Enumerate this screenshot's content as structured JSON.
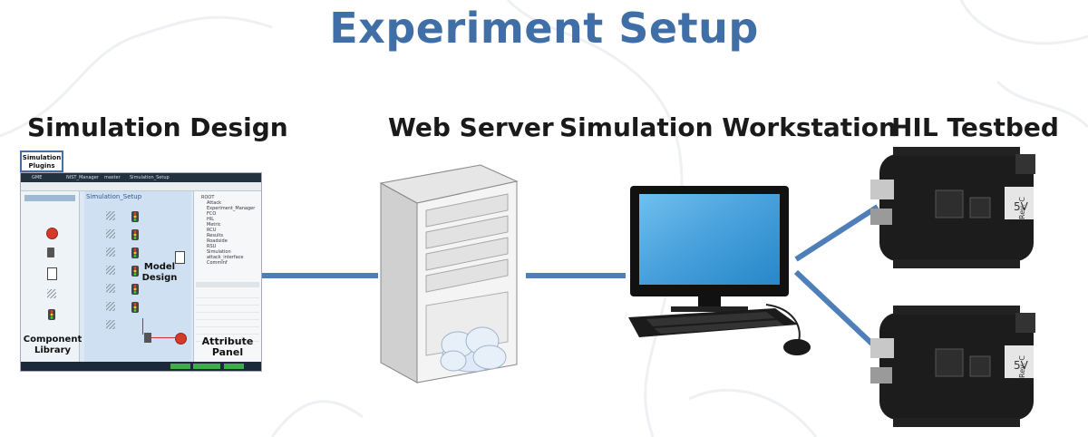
{
  "title": "Experiment Setup",
  "sections": {
    "simulation_design": "Simulation Design",
    "web_server": "Web Server",
    "simulation_workstation": "Simulation Workstation",
    "hil_testbed": "HIL Testbed"
  },
  "sim_screenshot": {
    "plugins_label_line1": "Simulation",
    "plugins_label_line2": "Plugins",
    "model_design_line1": "Model",
    "model_design_line2": "Design",
    "component_library_line1": "Component",
    "component_library_line2": "Library",
    "attribute_panel_line1": "Attribute",
    "attribute_panel_line2": "Panel",
    "tab_title": "Simulation_Setup",
    "breadcrumb": [
      "GME",
      "NIST_Manager",
      "master",
      "Simulation_Setup"
    ],
    "tree_items": [
      "ROOT",
      "Attack",
      "Experiment_Manager",
      "FCO",
      "HIL",
      "Metric",
      "RCU",
      "Results",
      "Roadside",
      "RSU",
      "Simulation",
      "attack_interface",
      "CommInf"
    ]
  },
  "hil_board": {
    "label_5v": "5V",
    "label_rev": "Rev. C"
  },
  "colors": {
    "title": "#3f6fa6",
    "connector": "#4f7fb8",
    "highlight_box": "#3f6fa6"
  }
}
